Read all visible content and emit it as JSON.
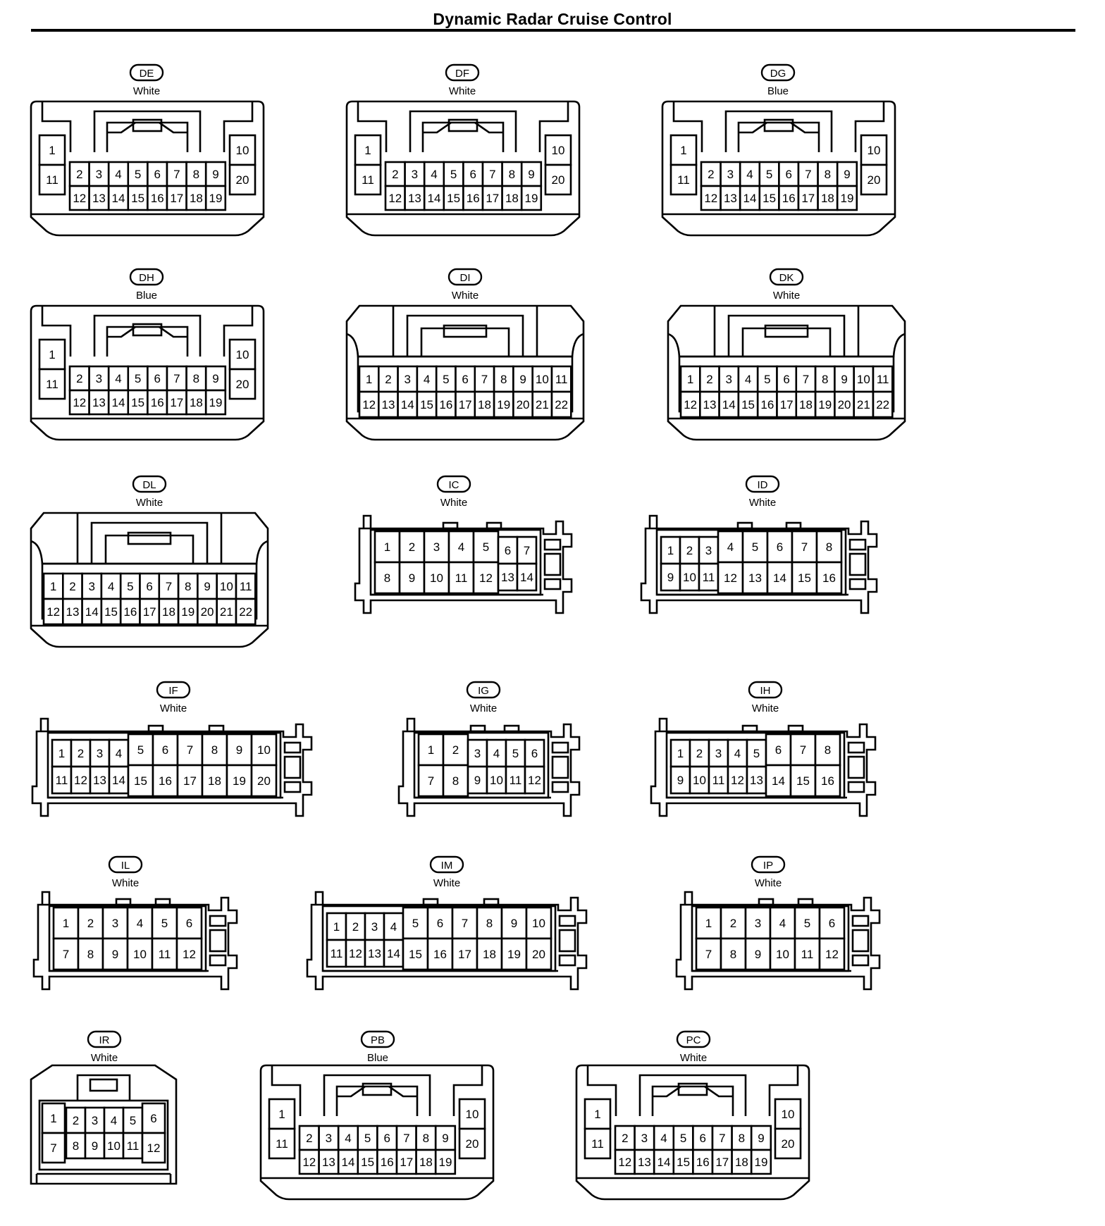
{
  "title": "Dynamic Radar Cruise Control",
  "connectors": [
    {
      "code": "DE",
      "color": "White",
      "kind": "A",
      "rows": [
        [
          "1",
          "11"
        ],
        [
          "2",
          "3",
          "4",
          "5",
          "6",
          "7",
          "8",
          "9"
        ],
        [
          "12",
          "13",
          "14",
          "15",
          "16",
          "17",
          "18",
          "19"
        ],
        [
          "10",
          "20"
        ]
      ]
    },
    {
      "code": "DF",
      "color": "White",
      "kind": "A",
      "rows": [
        [
          "1",
          "11"
        ],
        [
          "2",
          "3",
          "4",
          "5",
          "6",
          "7",
          "8",
          "9"
        ],
        [
          "12",
          "13",
          "14",
          "15",
          "16",
          "17",
          "18",
          "19"
        ],
        [
          "10",
          "20"
        ]
      ]
    },
    {
      "code": "DG",
      "color": "Blue",
      "kind": "A",
      "rows": [
        [
          "1",
          "11"
        ],
        [
          "2",
          "3",
          "4",
          "5",
          "6",
          "7",
          "8",
          "9"
        ],
        [
          "12",
          "13",
          "14",
          "15",
          "16",
          "17",
          "18",
          "19"
        ],
        [
          "10",
          "20"
        ]
      ]
    },
    {
      "code": "DH",
      "color": "Blue",
      "kind": "A",
      "rows": [
        [
          "1",
          "11"
        ],
        [
          "2",
          "3",
          "4",
          "5",
          "6",
          "7",
          "8",
          "9"
        ],
        [
          "12",
          "13",
          "14",
          "15",
          "16",
          "17",
          "18",
          "19"
        ],
        [
          "10",
          "20"
        ]
      ]
    },
    {
      "code": "DI",
      "color": "White",
      "kind": "B",
      "rows": [
        [
          "1",
          "2",
          "3",
          "4",
          "5",
          "6",
          "7",
          "8",
          "9",
          "10",
          "11"
        ],
        [
          "12",
          "13",
          "14",
          "15",
          "16",
          "17",
          "18",
          "19",
          "20",
          "21",
          "22"
        ]
      ]
    },
    {
      "code": "DK",
      "color": "White",
      "kind": "B",
      "rows": [
        [
          "1",
          "2",
          "3",
          "4",
          "5",
          "6",
          "7",
          "8",
          "9",
          "10",
          "11"
        ],
        [
          "12",
          "13",
          "14",
          "15",
          "16",
          "17",
          "18",
          "19",
          "20",
          "21",
          "22"
        ]
      ]
    },
    {
      "code": "DL",
      "color": "White",
      "kind": "B",
      "rows": [
        [
          "1",
          "2",
          "3",
          "4",
          "5",
          "6",
          "7",
          "8",
          "9",
          "10",
          "11"
        ],
        [
          "12",
          "13",
          "14",
          "15",
          "16",
          "17",
          "18",
          "19",
          "20",
          "21",
          "22"
        ]
      ]
    },
    {
      "code": "IC",
      "color": "White",
      "kind": "C",
      "groups": [
        {
          "top": [
            "1",
            "2",
            "3",
            "4",
            "5"
          ],
          "bottom": [
            "8",
            "9",
            "10",
            "11",
            "12"
          ],
          "big": true
        },
        {
          "top": [
            "6",
            "7"
          ],
          "bottom": [
            "13",
            "14"
          ],
          "big": false
        }
      ]
    },
    {
      "code": "ID",
      "color": "White",
      "kind": "C",
      "groups": [
        {
          "top": [
            "1",
            "2",
            "3"
          ],
          "bottom": [
            "9",
            "10",
            "11"
          ],
          "big": false
        },
        {
          "top": [
            "4",
            "5",
            "6",
            "7",
            "8"
          ],
          "bottom": [
            "12",
            "13",
            "14",
            "15",
            "16"
          ],
          "big": true
        }
      ]
    },
    {
      "code": "IF",
      "color": "White",
      "kind": "C",
      "groups": [
        {
          "top": [
            "1",
            "2",
            "3",
            "4"
          ],
          "bottom": [
            "11",
            "12",
            "13",
            "14"
          ],
          "big": false
        },
        {
          "top": [
            "5",
            "6",
            "7",
            "8",
            "9",
            "10"
          ],
          "bottom": [
            "15",
            "16",
            "17",
            "18",
            "19",
            "20"
          ],
          "big": true
        }
      ]
    },
    {
      "code": "IG",
      "color": "White",
      "kind": "C",
      "groups": [
        {
          "top": [
            "1",
            "2"
          ],
          "bottom": [
            "7",
            "8"
          ],
          "big": true
        },
        {
          "top": [
            "3",
            "4",
            "5",
            "6"
          ],
          "bottom": [
            "9",
            "10",
            "11",
            "12"
          ],
          "big": false
        }
      ]
    },
    {
      "code": "IH",
      "color": "White",
      "kind": "C",
      "groups": [
        {
          "top": [
            "1",
            "2",
            "3",
            "4",
            "5"
          ],
          "bottom": [
            "9",
            "10",
            "11",
            "12",
            "13"
          ],
          "big": false
        },
        {
          "top": [
            "6",
            "7",
            "8"
          ],
          "bottom": [
            "14",
            "15",
            "16"
          ],
          "big": true
        }
      ]
    },
    {
      "code": "IL",
      "color": "White",
      "kind": "C",
      "groups": [
        {
          "top": [
            "1",
            "2",
            "3",
            "4",
            "5",
            "6"
          ],
          "bottom": [
            "7",
            "8",
            "9",
            "10",
            "11",
            "12"
          ],
          "big": true
        }
      ]
    },
    {
      "code": "IM",
      "color": "White",
      "kind": "C",
      "groups": [
        {
          "top": [
            "1",
            "2",
            "3",
            "4"
          ],
          "bottom": [
            "11",
            "12",
            "13",
            "14"
          ],
          "big": false
        },
        {
          "top": [
            "5",
            "6",
            "7",
            "8",
            "9",
            "10"
          ],
          "bottom": [
            "15",
            "16",
            "17",
            "18",
            "19",
            "20"
          ],
          "big": true
        }
      ]
    },
    {
      "code": "IP",
      "color": "White",
      "kind": "C",
      "groups": [
        {
          "top": [
            "1",
            "2",
            "3",
            "4",
            "5",
            "6"
          ],
          "bottom": [
            "7",
            "8",
            "9",
            "10",
            "11",
            "12"
          ],
          "big": true
        }
      ]
    },
    {
      "code": "IR",
      "color": "White",
      "kind": "D",
      "rows": [
        [
          "1",
          "7"
        ],
        [
          "2",
          "3",
          "4",
          "5"
        ],
        [
          "8",
          "9",
          "10",
          "11"
        ],
        [
          "6",
          "12"
        ]
      ]
    },
    {
      "code": "PB",
      "color": "Blue",
      "kind": "A",
      "rows": [
        [
          "1",
          "11"
        ],
        [
          "2",
          "3",
          "4",
          "5",
          "6",
          "7",
          "8",
          "9"
        ],
        [
          "12",
          "13",
          "14",
          "15",
          "16",
          "17",
          "18",
          "19"
        ],
        [
          "10",
          "20"
        ]
      ]
    },
    {
      "code": "PC",
      "color": "White",
      "kind": "A",
      "rows": [
        [
          "1",
          "11"
        ],
        [
          "2",
          "3",
          "4",
          "5",
          "6",
          "7",
          "8",
          "9"
        ],
        [
          "12",
          "13",
          "14",
          "15",
          "16",
          "17",
          "18",
          "19"
        ],
        [
          "10",
          "20"
        ]
      ]
    }
  ]
}
